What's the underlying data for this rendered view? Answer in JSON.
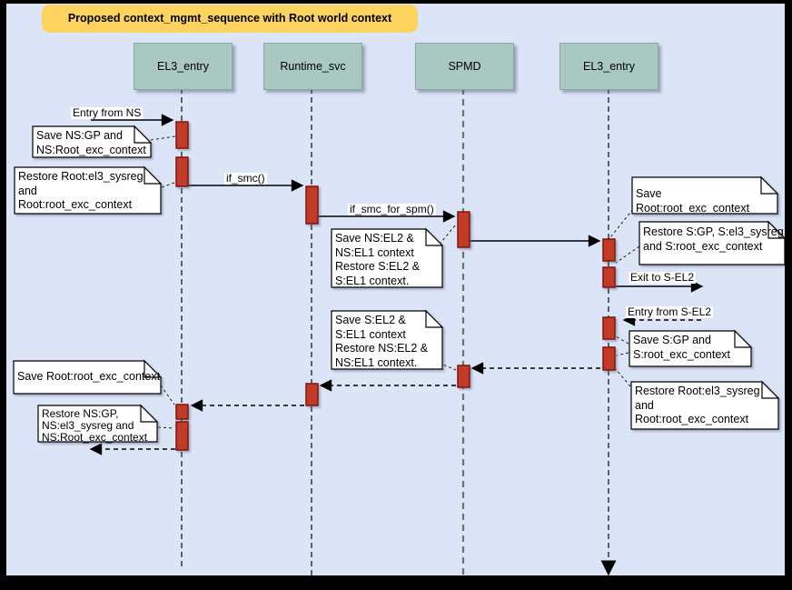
{
  "title": {
    "text": "Proposed context_mgmt_sequence with Root world context"
  },
  "colors": {
    "page_background": "#dce5f8",
    "title_fill": "#fcd35f",
    "lifeline_header_fill": "#a9c8c2",
    "activation_fill": "#c23b27",
    "activation_border": "#7d150c",
    "note_fill": "#ffffff",
    "frame_border": "#000000"
  },
  "lifelines": [
    {
      "label": "EL3_entry"
    },
    {
      "label": "Runtime_svc"
    },
    {
      "label": "SPMD"
    },
    {
      "label": "EL3_entry"
    }
  ],
  "messages": {
    "entry_from_ns": "Entry from NS",
    "if_smc": "if_smc()",
    "if_smc_for_spm": "if_smc_for_spm()",
    "exit_to_s_el2": "Exit to S-EL2",
    "entry_from_s_el2": "Entry from S-EL2"
  },
  "notes": {
    "save_ns_gp": "Save NS:GP and\nNS:Root_exc_context",
    "restore_root_sysreg_top": "Restore Root:el3_sysreg\nand\nRoot:root_exc_context",
    "save_ns_el2": "Save NS:EL2 &\nNS:EL1 context\nRestore S:EL2 &\nS:EL1 context.",
    "save_root_exc_right": "Save Root:root_exc_context",
    "restore_s_gp": "Restore S:GP, S:el3_sysreg\nand S:root_exc_context",
    "save_s_gp": "Save S:GP and\nS:root_exc_context",
    "restore_root_sysreg_right": "Restore Root:el3_sysreg\nand\nRoot:root_exc_context",
    "save_s_el2": "Save S:EL2 &\nS:EL1 context\nRestore NS:EL2 &\nNS:EL1 context.",
    "save_root_exc_left": "Save Root:root_exc_context",
    "restore_ns_gp": "Restore NS:GP,\nNS:el3_sysreg and\nNS:Root_exc_context"
  }
}
